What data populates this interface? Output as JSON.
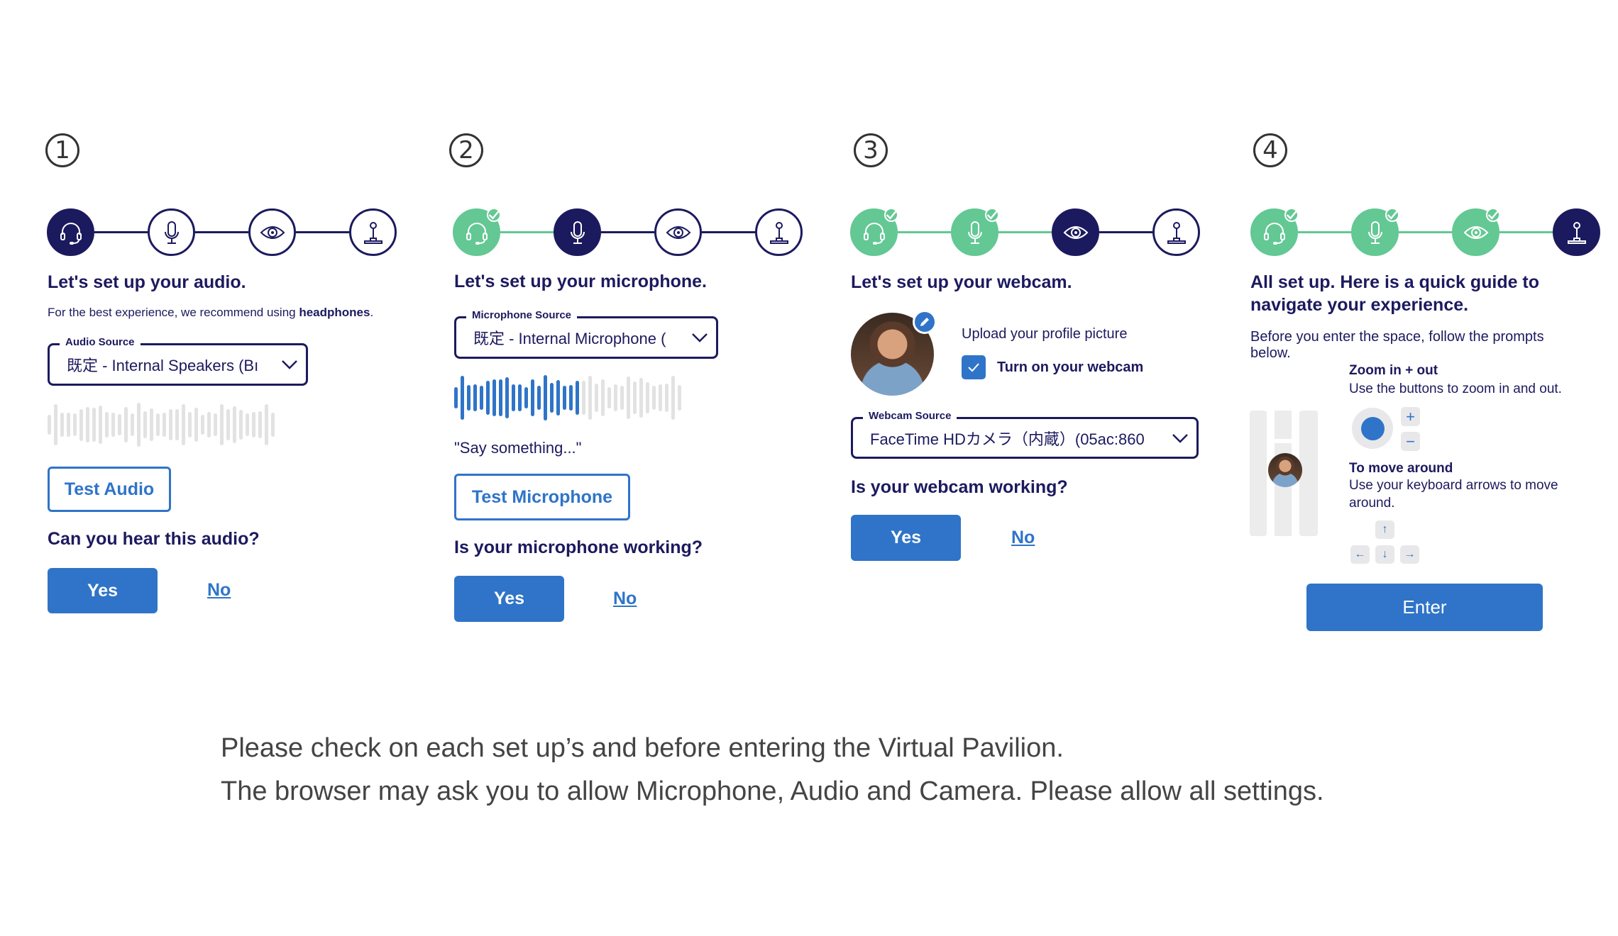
{
  "colors": {
    "navy": "#1c1a5e",
    "blue": "#2f74c8",
    "green": "#63c893"
  },
  "step_icons": [
    "headphones-icon",
    "microphone-icon",
    "eye-icon",
    "joystick-icon"
  ],
  "panels": [
    {
      "number": "1",
      "steps": [
        "active",
        "todo",
        "todo",
        "todo"
      ],
      "heading": "Let's set up your audio.",
      "subtitle_prefix": "For the best experience, we recommend using ",
      "subtitle_bold": "headphones",
      "subtitle_suffix": ".",
      "select_label": "Audio Source",
      "select_value": "既定 - Internal Speakers (Bı",
      "waveform_level": 0,
      "test_button": "Test Audio",
      "question": "Can you hear this audio?",
      "yes": "Yes",
      "no": "No"
    },
    {
      "number": "2",
      "steps": [
        "done",
        "active",
        "todo",
        "todo"
      ],
      "heading": "Let's set up your microphone.",
      "select_label": "Microphone Source",
      "select_value": "既定 - Internal Microphone (",
      "waveform_level": 0.54,
      "prompt": "\"Say something...\"",
      "test_button": "Test Microphone",
      "question": "Is your microphone working?",
      "yes": "Yes",
      "no": "No"
    },
    {
      "number": "3",
      "steps": [
        "done",
        "done",
        "active",
        "todo"
      ],
      "heading": "Let's set up your webcam.",
      "upload_label": "Upload your profile picture",
      "webcam_toggle_label": "Turn on your webcam",
      "webcam_on": true,
      "select_label": "Webcam Source",
      "select_value": "FaceTime HDカメラ（内蔵）(05ac:860",
      "question": "Is your webcam working?",
      "yes": "Yes",
      "no": "No"
    },
    {
      "number": "4",
      "steps": [
        "done",
        "done",
        "done",
        "active"
      ],
      "heading_line1": "All set up. Here is a quick guide to",
      "heading_line2": "navigate your experience.",
      "intro_line1": "Before you enter the space, follow the prompts",
      "intro_line2": "below.",
      "zoom_title": "Zoom in + out",
      "zoom_desc": "Use the buttons to zoom in and out.",
      "zoom_in": "+",
      "zoom_out": "−",
      "move_title": "To move around",
      "move_desc_line1": "Use your keyboard arrows to move",
      "move_desc_line2": "around.",
      "keys": {
        "up": "↑",
        "left": "←",
        "down": "↓",
        "right": "→"
      },
      "enter": "Enter"
    }
  ],
  "footer": {
    "line1": "Please check on each set up’s and before entering the Virtual Pavilion.",
    "line2": "The browser may ask you to allow Microphone, Audio and Camera. Please allow all settings."
  }
}
